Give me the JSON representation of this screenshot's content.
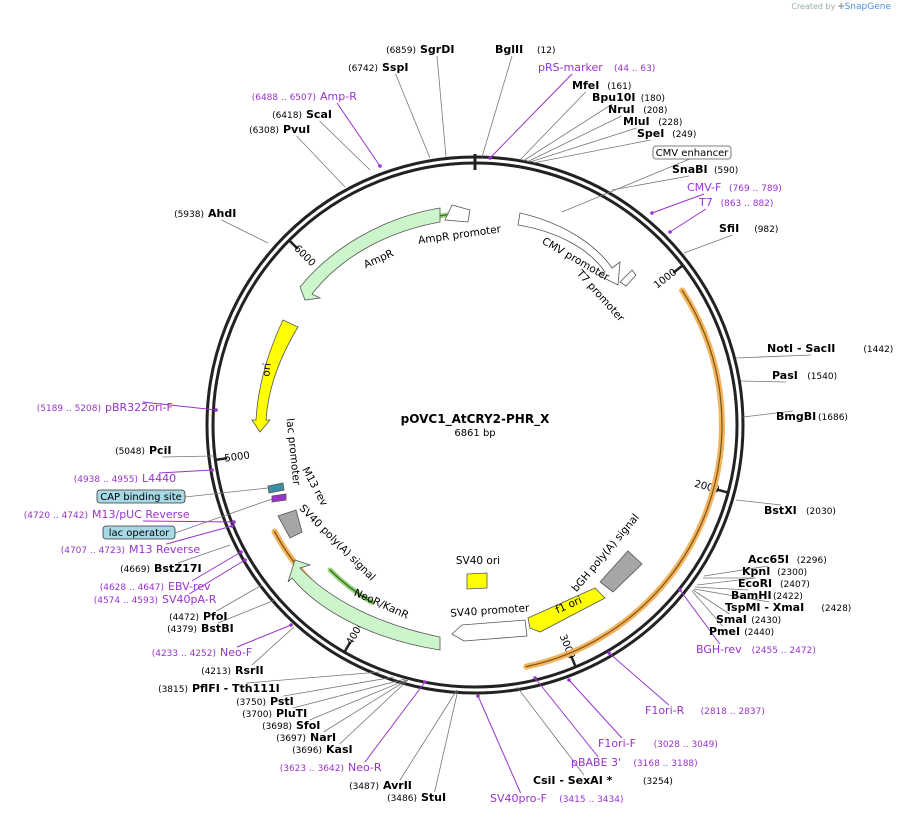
{
  "credit": {
    "prefix": "Created by",
    "brand": "SnapGene"
  },
  "plasmid": {
    "name": "pOVC1_AtCRY2-PHR_X",
    "size": "6861 bp",
    "length": 6861
  },
  "ticks": [
    {
      "label": "1000",
      "pos": 1000
    },
    {
      "label": "2000",
      "pos": 2000
    },
    {
      "label": "3000",
      "pos": 3000
    },
    {
      "label": "4000",
      "pos": 4000
    },
    {
      "label": "5000",
      "pos": 5000
    },
    {
      "label": "6000",
      "pos": 6000
    }
  ],
  "sites": [
    {
      "name": "SgrDI",
      "coord": "(6859)",
      "side": "L"
    },
    {
      "name": "BglII",
      "coord": "(12)",
      "side": "R"
    },
    {
      "name": "SspI",
      "coord": "(6742)",
      "side": "L"
    },
    {
      "name": "pRS-marker",
      "coord": "(44 .. 63)",
      "side": "R",
      "primer": true
    },
    {
      "name": "Amp-R",
      "coord": "(6488 .. 6507)",
      "side": "L",
      "primer": true
    },
    {
      "name": "MfeI",
      "coord": "(161)",
      "side": "R"
    },
    {
      "name": "Bpu10I",
      "coord": "(180)",
      "side": "R"
    },
    {
      "name": "NruI",
      "coord": "(208)",
      "side": "R"
    },
    {
      "name": "ScaI",
      "coord": "(6418)",
      "side": "L"
    },
    {
      "name": "MluI",
      "coord": "(228)",
      "side": "R"
    },
    {
      "name": "PvuI",
      "coord": "(6308)",
      "side": "L"
    },
    {
      "name": "SpeI",
      "coord": "(249)",
      "side": "R"
    },
    {
      "name": "SnaBI",
      "coord": "(590)",
      "side": "R"
    },
    {
      "name": "CMV-F",
      "coord": "(769 .. 789)",
      "side": "R",
      "primer": true
    },
    {
      "name": "T7",
      "coord": "(863 .. 882)",
      "side": "R",
      "primer": true
    },
    {
      "name": "AhdI",
      "coord": "(5938)",
      "side": "L"
    },
    {
      "name": "SfiI",
      "coord": "(982)",
      "side": "R"
    },
    {
      "name": "NotI  - SacII",
      "coord": "(1442)",
      "side": "R"
    },
    {
      "name": "PasI",
      "coord": "(1540)",
      "side": "R"
    },
    {
      "name": "pBR322ori-F",
      "coord": "(5189 .. 5208)",
      "side": "L",
      "primer": true
    },
    {
      "name": "BmgBI",
      "coord": "(1686)",
      "side": "R"
    },
    {
      "name": "PciI",
      "coord": "(5048)",
      "side": "L"
    },
    {
      "name": "L4440",
      "coord": "(4938 .. 4955)",
      "side": "L",
      "primer": true
    },
    {
      "name": "BstXI",
      "coord": "(2030)",
      "side": "R"
    },
    {
      "name": "M13/pUC Reverse",
      "coord": "(4720 .. 4742)",
      "side": "L",
      "primer": true
    },
    {
      "name": "M13 Reverse",
      "coord": "(4707 .. 4723)",
      "side": "L",
      "primer": true
    },
    {
      "name": "Acc65I",
      "coord": "(2296)",
      "side": "R"
    },
    {
      "name": "KpnI",
      "coord": "(2300)",
      "side": "R"
    },
    {
      "name": "BstZ17I",
      "coord": "(4669)",
      "side": "L"
    },
    {
      "name": "EcoRI",
      "coord": "(2407)",
      "side": "R"
    },
    {
      "name": "EBV-rev",
      "coord": "(4628 .. 4647)",
      "side": "L",
      "primer": true
    },
    {
      "name": "BamHI",
      "coord": "(2422)",
      "side": "R"
    },
    {
      "name": "SV40pA-R",
      "coord": "(4574 .. 4593)",
      "side": "L",
      "primer": true
    },
    {
      "name": "TspMI  - XmaI",
      "coord": "(2428)",
      "side": "R"
    },
    {
      "name": "SmaI",
      "coord": "(2430)",
      "side": "R"
    },
    {
      "name": "PfoI",
      "coord": "(4472)",
      "side": "L"
    },
    {
      "name": "PmeI",
      "coord": "(2440)",
      "side": "R"
    },
    {
      "name": "BstBI",
      "coord": "(4379)",
      "side": "L"
    },
    {
      "name": "BGH-rev",
      "coord": "(2455 .. 2472)",
      "side": "R",
      "primer": true
    },
    {
      "name": "Neo-F",
      "coord": "(4233 .. 4252)",
      "side": "L",
      "primer": true
    },
    {
      "name": "RsrII",
      "coord": "(4213)",
      "side": "L"
    },
    {
      "name": "PflFI  - Tth111I",
      "coord": "(3815)",
      "side": "L"
    },
    {
      "name": "F1ori-R",
      "coord": "(2818 .. 2837)",
      "side": "R",
      "primer": true
    },
    {
      "name": "PstI",
      "coord": "(3750)",
      "side": "L"
    },
    {
      "name": "PluTI",
      "coord": "(3700)",
      "side": "L"
    },
    {
      "name": "SfoI",
      "coord": "(3698)",
      "side": "L"
    },
    {
      "name": "F1ori-F",
      "coord": "(3028 .. 3049)",
      "side": "R",
      "primer": true
    },
    {
      "name": "NarI",
      "coord": "(3697)",
      "side": "L"
    },
    {
      "name": "KasI",
      "coord": "(3696)",
      "side": "L"
    },
    {
      "name": "pBABE 3'",
      "coord": "(3168 .. 3188)",
      "side": "R",
      "primer": true
    },
    {
      "name": "Neo-R",
      "coord": "(3623 .. 3642)",
      "side": "L",
      "primer": true
    },
    {
      "name": "CsiI  - SexAI *",
      "coord": "(3254)",
      "side": "R"
    },
    {
      "name": "AvrII",
      "coord": "(3487)",
      "side": "L"
    },
    {
      "name": "StuI",
      "coord": "(3486)",
      "side": "L"
    },
    {
      "name": "SV40pro-F",
      "coord": "(3415 .. 3434)",
      "side": "R",
      "primer": true
    }
  ],
  "boxed_features": [
    {
      "name": "CMV enhancer",
      "style": "white"
    },
    {
      "name": "CAP binding site",
      "style": "blue"
    },
    {
      "name": "lac operator",
      "style": "blue"
    }
  ],
  "features": [
    {
      "name": "AmpR promoter",
      "color": "#ffffff"
    },
    {
      "name": "AmpR",
      "color": "#ccf5cc"
    },
    {
      "name": "CMV promoter",
      "color": "#ffffff"
    },
    {
      "name": "T7 promoter",
      "color": "#ffffff"
    },
    {
      "name": "ori",
      "color": "#ffff00"
    },
    {
      "name": "lac promoter",
      "color": "#ffffff"
    },
    {
      "name": "M13 rev",
      "color": "#ffffff"
    },
    {
      "name": "SV40 poly(A) signal",
      "color": "#ffffff"
    },
    {
      "name": "NeoR/KanR",
      "color": "#ccf5cc"
    },
    {
      "name": "SV40 promoter",
      "color": "#ffffff"
    },
    {
      "name": "SV40 ori",
      "color": "#ffff00"
    },
    {
      "name": "f1 ori",
      "color": "#ffff00"
    },
    {
      "name": "bGH poly(A) signal",
      "color": "#a6a6a6"
    }
  ],
  "colors": {
    "primer": "#9933cc",
    "backbone": "#222222",
    "orange": "#f2b35e",
    "green": "#339933",
    "blue_box": "#a8d8e6"
  }
}
